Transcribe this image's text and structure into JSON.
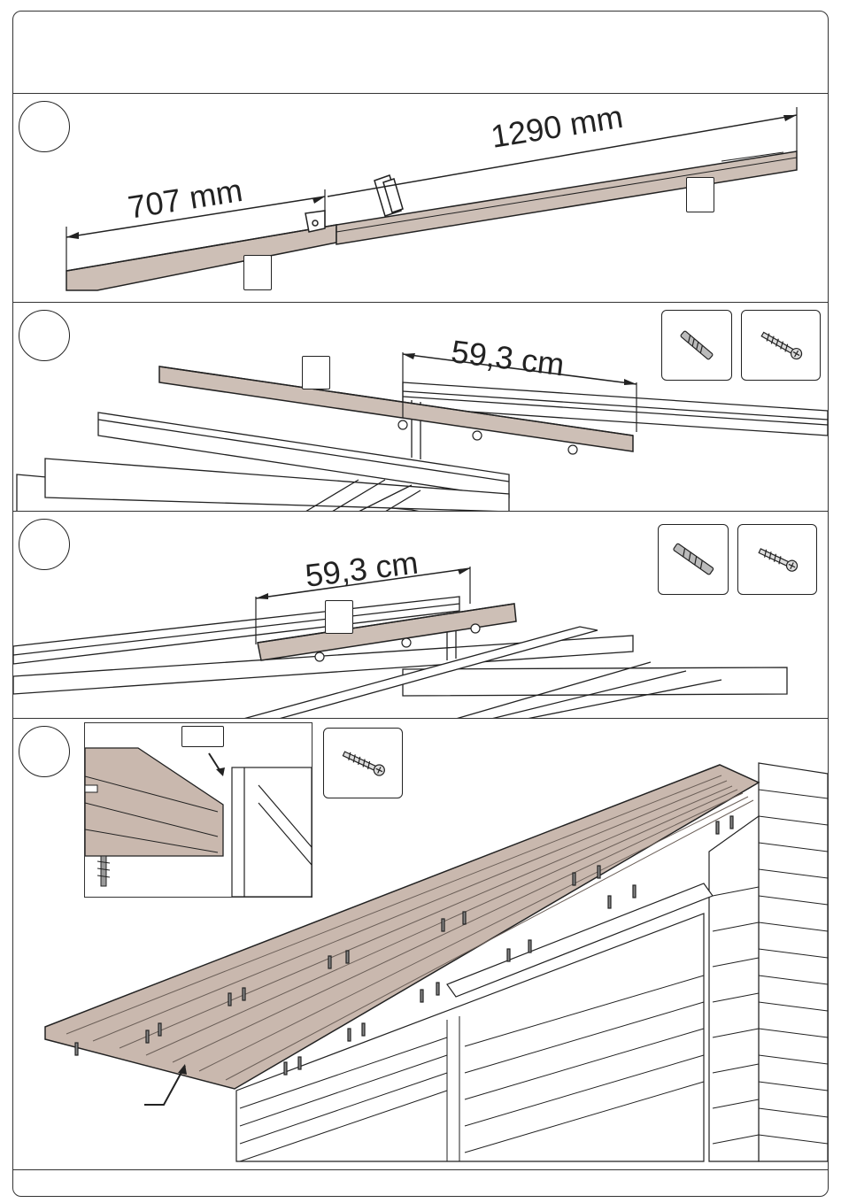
{
  "step1": {
    "dim_short": "707 mm",
    "dim_long": "1290 mm"
  },
  "step2": {
    "dim": "59,3 cm"
  },
  "step3": {
    "dim": "59,3 cm"
  },
  "colors": {
    "wood": "#cdbfb6",
    "line": "#222222",
    "roof": "#c9b8ae"
  },
  "icons": [
    "drill-bit-icon",
    "screw-icon"
  ]
}
